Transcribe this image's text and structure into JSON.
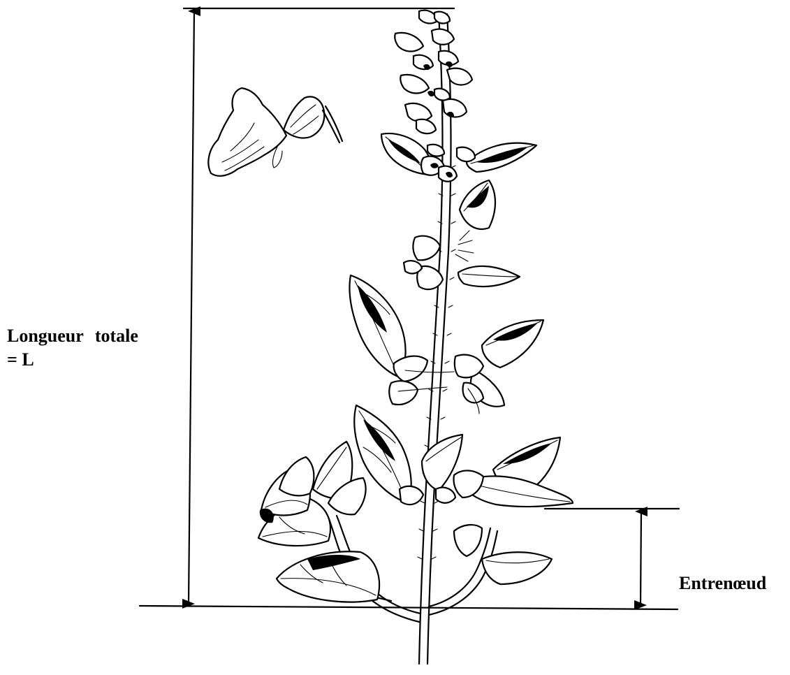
{
  "labels": {
    "total_length_line1": "Longueur totale",
    "total_length_line2": "= L",
    "internode": "Entrenœud"
  },
  "icons": {
    "plant": "basil-plant-drawing",
    "flower": "flower-detail-drawing"
  },
  "colors": {
    "ink": "#000000",
    "background": "#ffffff"
  }
}
